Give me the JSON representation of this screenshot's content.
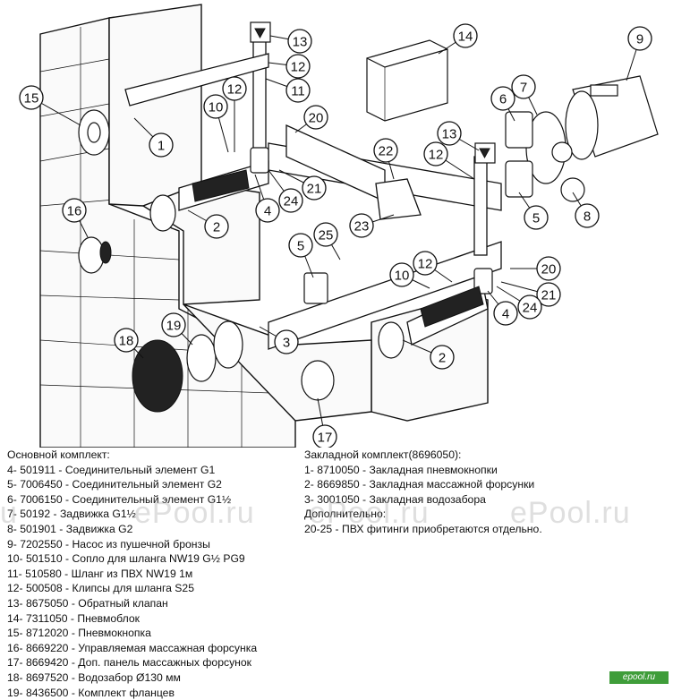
{
  "callouts": [
    {
      "n": "1"
    },
    {
      "n": "2"
    },
    {
      "n": "2"
    },
    {
      "n": "3"
    },
    {
      "n": "4"
    },
    {
      "n": "4"
    },
    {
      "n": "5"
    },
    {
      "n": "5"
    },
    {
      "n": "6"
    },
    {
      "n": "7"
    },
    {
      "n": "8"
    },
    {
      "n": "9"
    },
    {
      "n": "10"
    },
    {
      "n": "10"
    },
    {
      "n": "11"
    },
    {
      "n": "12"
    },
    {
      "n": "12"
    },
    {
      "n": "12"
    },
    {
      "n": "12"
    },
    {
      "n": "13"
    },
    {
      "n": "13"
    },
    {
      "n": "14"
    },
    {
      "n": "15"
    },
    {
      "n": "16"
    },
    {
      "n": "17"
    },
    {
      "n": "18"
    },
    {
      "n": "19"
    },
    {
      "n": "20"
    },
    {
      "n": "20"
    },
    {
      "n": "21"
    },
    {
      "n": "21"
    },
    {
      "n": "22"
    },
    {
      "n": "23"
    },
    {
      "n": "24"
    },
    {
      "n": "24"
    },
    {
      "n": "25"
    }
  ],
  "legend_main": {
    "heading": "Основной комплект:",
    "items": [
      "4- 501911 - Соединительный элемент G1",
      "5- 7006450 - Соединительный элемент G2",
      "6- 7006150 - Соединительный элемент G1½",
      "7- 50192 - Задвижка G1½",
      "8- 501901 - Задвижка G2",
      "9- 7202550 - Насос из пушечной бронзы",
      "10- 501510 - Сопло для шланга NW19 G½ PG9",
      "11- 510580 - Шланг из ПВХ NW19 1м",
      "12- 500508 - Клипсы для шланга S25",
      "13- 8675050 - Обратный клапан",
      "14- 7311050 - Пневмоблок",
      "15- 8712020 - Пневмокнопка",
      "16- 8669220 - Управляемая массажная форсунка",
      "17- 8669420 - Доп. панель массажных форсунок",
      "18- 8697520 - Водозабор Ø130 мм",
      "19- 8436500 - Комплект фланцев"
    ]
  },
  "legend_embedded": {
    "heading": "Закладной комплект(8696050):",
    "items": [
      "1- 8710050 - Закладная пневмокнопки",
      "2- 8669850 - Закладная массажной форсунки",
      "3- 3001050 - Закладная водозабора"
    ]
  },
  "legend_extra": {
    "heading": "Дополнительно:",
    "items": [
      "20-25 - ПВХ фитинги приобретаются отдельно."
    ]
  },
  "watermarks": [
    "u",
    "ePool.ru",
    "ePool.ru",
    "ePool.ru"
  ],
  "logo_text": "epool.ru"
}
